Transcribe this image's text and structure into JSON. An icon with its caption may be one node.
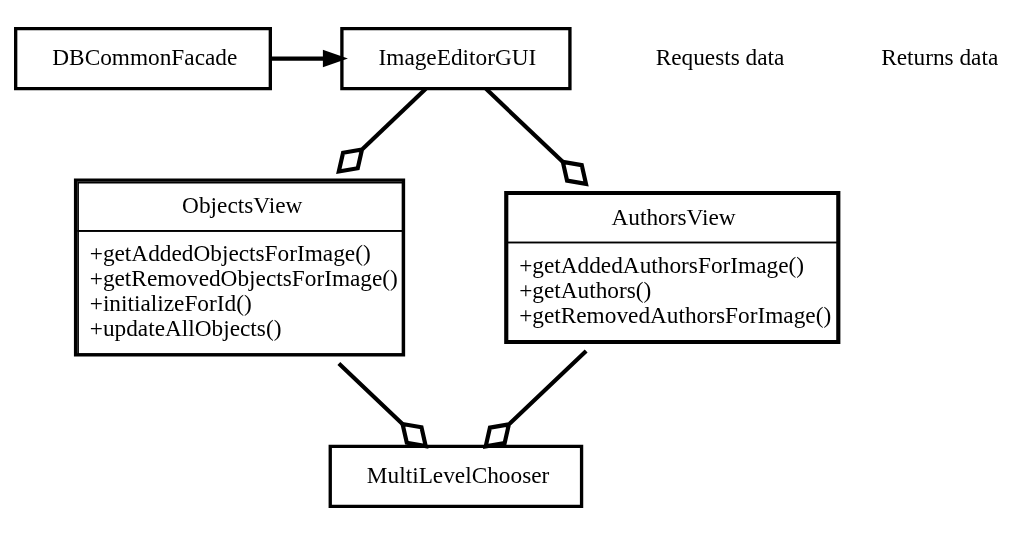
{
  "diagram": {
    "nodes": [
      {
        "text": [
          "DBCommonFacade"
        ]
      },
      {
        "text": [
          "ImageEditorGUI"
        ]
      },
      {
        "text": [
          "ObjectsView",
          "+getAddedObjectsForImage()",
          "+getRemovedObjectsForImage()",
          "+initializeForId()",
          "+updateAllObjects()"
        ]
      },
      {
        "text": [
          "AuthorsView",
          "+getAddedAuthorsForImage()",
          "+getAuthors()",
          "+getRemovedAuthorsForImage()"
        ]
      },
      {
        "text": [
          "MultiLevelChooser"
        ]
      }
    ],
    "edges": [
      {
        "from": 0,
        "to": 1,
        "arrow": "to"
      },
      {
        "from": 1,
        "to": 2,
        "arrow": "other"
      },
      {
        "from": 1,
        "to": 3,
        "arrow": "other"
      },
      {
        "from": 2,
        "to": 4,
        "arrow": "other"
      },
      {
        "from": 3,
        "to": 4,
        "arrow": "other"
      }
    ],
    "labels": [
      "Requests data",
      "Returns data"
    ]
  }
}
